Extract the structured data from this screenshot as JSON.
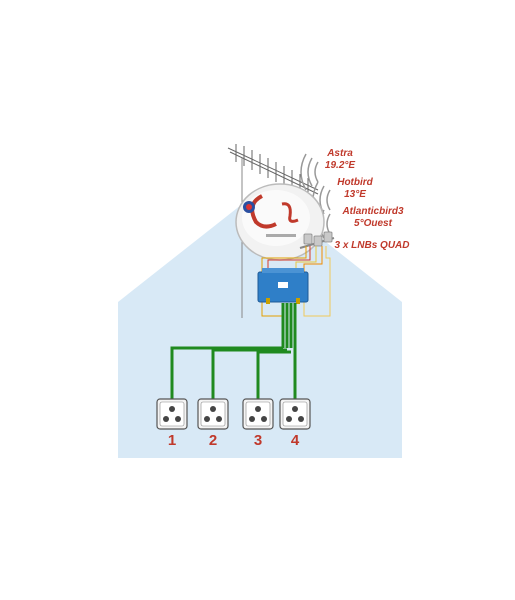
{
  "satellites": [
    {
      "line1": "Astra",
      "line2": "19.2°E"
    },
    {
      "line1": "Hotbird",
      "line2": "13°E"
    },
    {
      "line1": "Atlanticbird3",
      "line2": "5°Ouest"
    }
  ],
  "lnb_label": "3 x LNBs QUAD",
  "outlets": [
    {
      "number": "1"
    },
    {
      "number": "2"
    },
    {
      "number": "3"
    },
    {
      "number": "4"
    }
  ],
  "colors": {
    "house": "#d6e8f6",
    "cable": "#1f8a1f",
    "label_red": "#c0392b",
    "switch_blue": "#2f7fc8"
  },
  "icons": {
    "antenna": "terrestrial-antenna-icon",
    "dish": "satellite-dish-icon",
    "switch": "multiswitch-icon",
    "outlet": "wall-outlet-icon"
  }
}
